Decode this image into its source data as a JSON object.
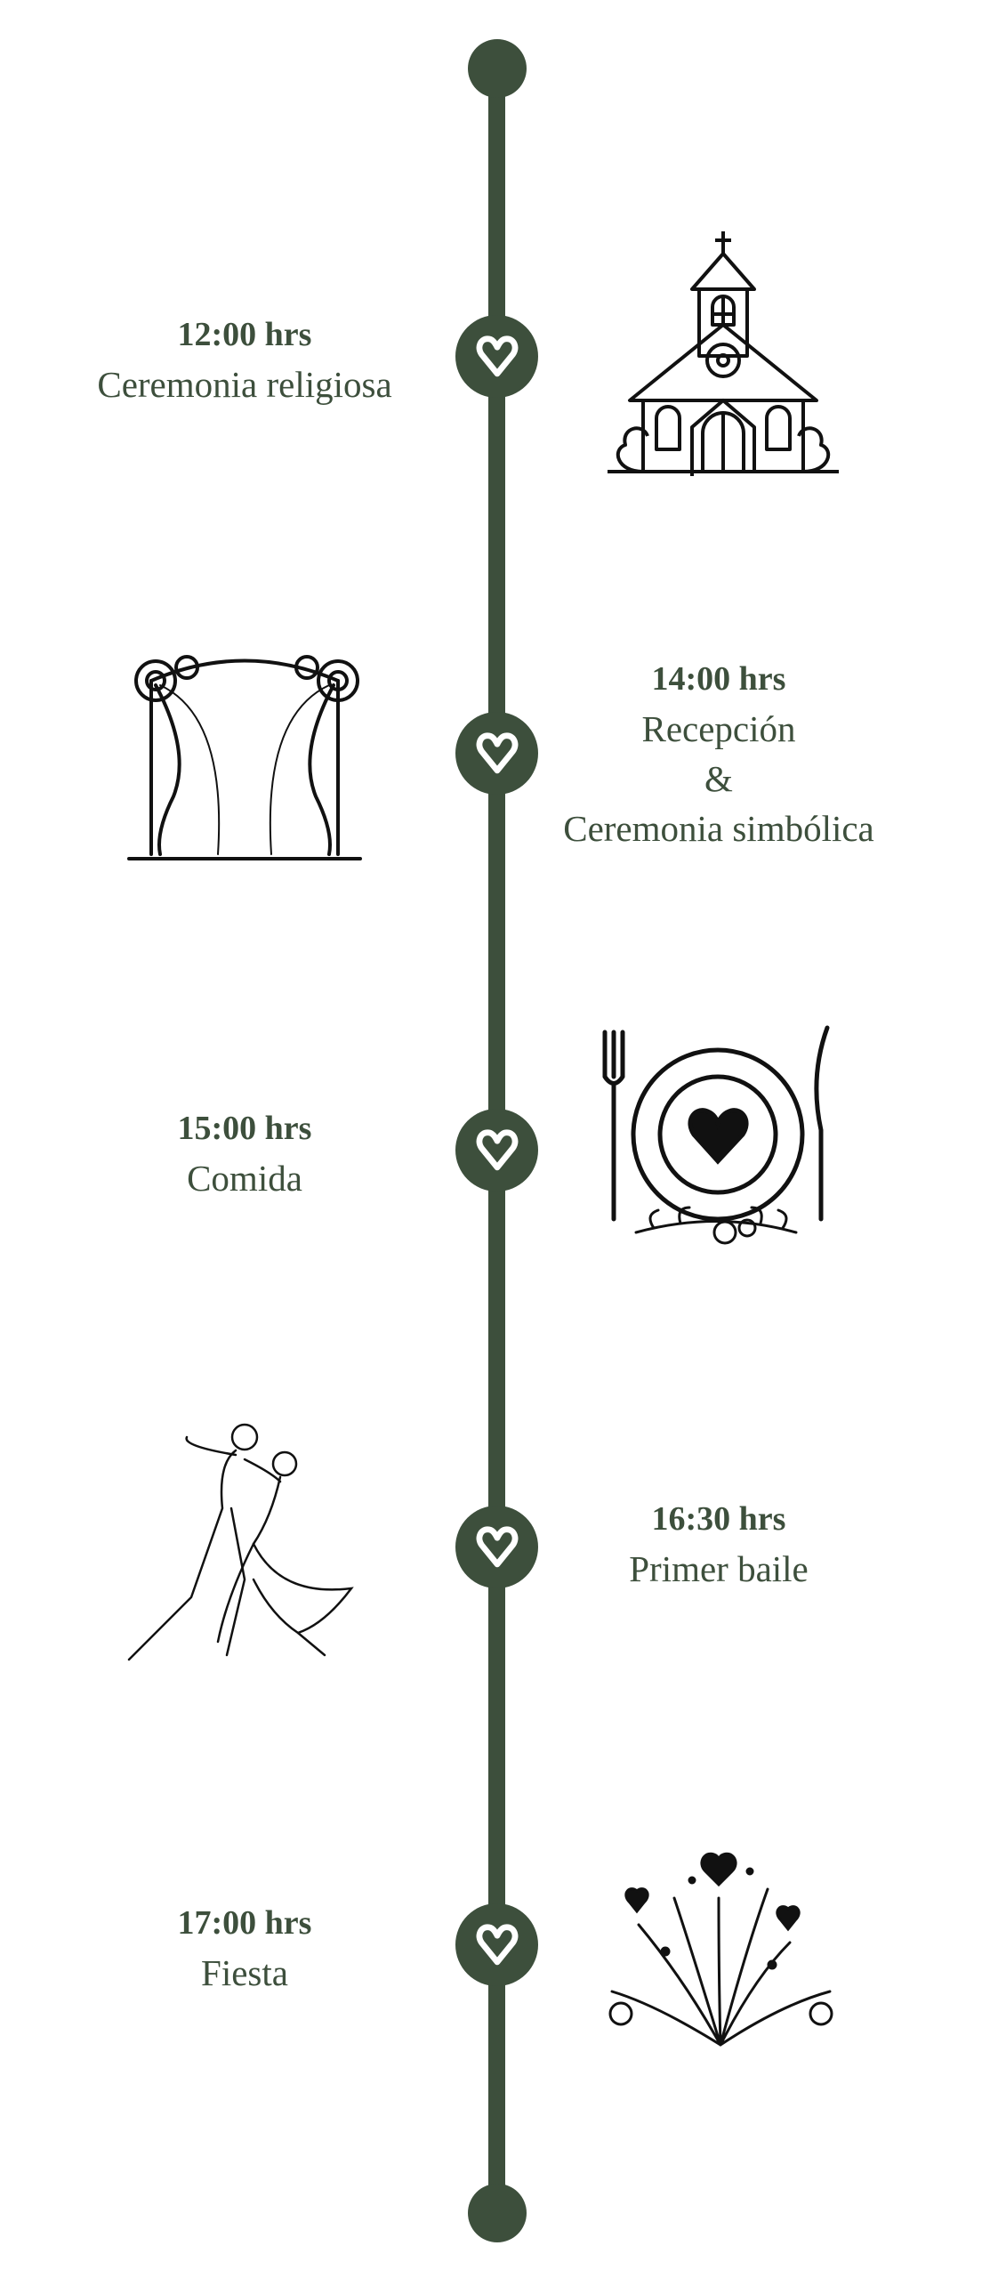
{
  "theme": {
    "accent": "#3d4f3c"
  },
  "events": [
    {
      "time": "12:00 hrs",
      "lines": [
        "Ceremonia religiosa"
      ],
      "icon": "church-icon"
    },
    {
      "time": "14:00 hrs",
      "lines": [
        "Recepción",
        "&",
        "Ceremonia simbólica"
      ],
      "icon": "floral-arch-icon"
    },
    {
      "time": "15:00 hrs",
      "lines": [
        "Comida"
      ],
      "icon": "plate-cutlery-icon"
    },
    {
      "time": "16:30 hrs",
      "lines": [
        "Primer baile"
      ],
      "icon": "dancing-couple-icon"
    },
    {
      "time": "17:00 hrs",
      "lines": [
        "Fiesta"
      ],
      "icon": "fireworks-icon"
    }
  ]
}
